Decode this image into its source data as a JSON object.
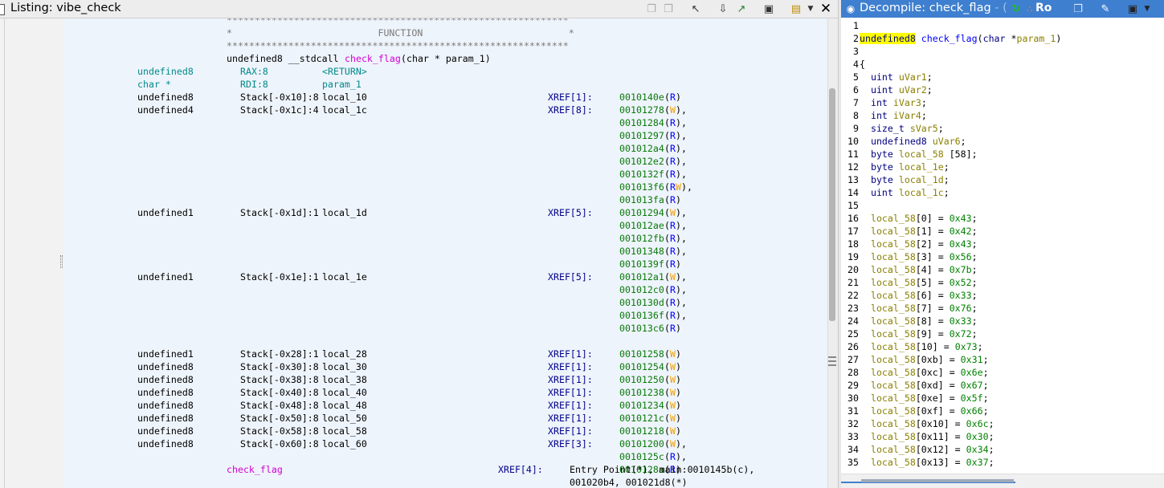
{
  "left_title": "Listing: vibe_check",
  "right_title": "Decompile: check_flag",
  "right_title_tail": " - (",
  "right_ro": "Ro",
  "listing": {
    "banner_stars": "*************************************************************",
    "banner_function": "*                          FUNCTION                          *",
    "signature": {
      "prefix": "undefined8 __stdcall ",
      "name": "check_flag",
      "args": "(char * param_1)"
    },
    "return_rows": [
      {
        "type": "undefined8",
        "loc": "RAX:8",
        "name": "<RETURN>"
      },
      {
        "type": "char *",
        "loc": "RDI:8",
        "name": "param_1"
      }
    ],
    "vars": [
      {
        "type": "undefined8",
        "loc": "Stack[-0x10]:8",
        "name": "local_10",
        "xref": "XREF[1]:",
        "refs": [
          [
            "0010140e",
            "R",
            ""
          ]
        ]
      },
      {
        "type": "undefined4",
        "loc": "Stack[-0x1c]:4",
        "name": "local_1c",
        "xref": "XREF[8]:",
        "refs": [
          [
            "00101278",
            "W",
            ","
          ],
          [
            "00101284",
            "R",
            ","
          ],
          [
            "00101297",
            "R",
            ","
          ],
          [
            "001012a4",
            "R",
            ","
          ],
          [
            "001012e2",
            "R",
            ","
          ],
          [
            "0010132f",
            "R",
            ","
          ],
          [
            "001013f6",
            "RW",
            ","
          ],
          [
            "001013fa",
            "R",
            ""
          ]
        ]
      },
      {
        "type": "undefined1",
        "loc": "Stack[-0x1d]:1",
        "name": "local_1d",
        "xref": "XREF[5]:",
        "refs": [
          [
            "00101294",
            "W",
            ","
          ],
          [
            "001012ae",
            "R",
            ","
          ],
          [
            "001012fb",
            "R",
            ","
          ],
          [
            "00101348",
            "R",
            ","
          ],
          [
            "0010139f",
            "R",
            ""
          ]
        ]
      },
      {
        "type": "undefined1",
        "loc": "Stack[-0x1e]:1",
        "name": "local_1e",
        "xref": "XREF[5]:",
        "refs": [
          [
            "001012a1",
            "W",
            ","
          ],
          [
            "001012c0",
            "R",
            ","
          ],
          [
            "0010130d",
            "R",
            ","
          ],
          [
            "0010136f",
            "R",
            ","
          ],
          [
            "001013c6",
            "R",
            ""
          ]
        ]
      },
      {
        "type": "undefined1",
        "loc": "Stack[-0x28]:1",
        "name": "local_28",
        "xref": "XREF[1]:",
        "refs": [
          [
            "00101258",
            "W",
            ""
          ]
        ]
      },
      {
        "type": "undefined8",
        "loc": "Stack[-0x30]:8",
        "name": "local_30",
        "xref": "XREF[1]:",
        "refs": [
          [
            "00101254",
            "W",
            ""
          ]
        ]
      },
      {
        "type": "undefined8",
        "loc": "Stack[-0x38]:8",
        "name": "local_38",
        "xref": "XREF[1]:",
        "refs": [
          [
            "00101250",
            "W",
            ""
          ]
        ]
      },
      {
        "type": "undefined8",
        "loc": "Stack[-0x40]:8",
        "name": "local_40",
        "xref": "XREF[1]:",
        "refs": [
          [
            "00101238",
            "W",
            ""
          ]
        ]
      },
      {
        "type": "undefined8",
        "loc": "Stack[-0x48]:8",
        "name": "local_48",
        "xref": "XREF[1]:",
        "refs": [
          [
            "00101234",
            "W",
            ""
          ]
        ]
      },
      {
        "type": "undefined8",
        "loc": "Stack[-0x50]:8",
        "name": "local_50",
        "xref": "XREF[1]:",
        "refs": [
          [
            "0010121c",
            "W",
            ""
          ]
        ]
      },
      {
        "type": "undefined8",
        "loc": "Stack[-0x58]:8",
        "name": "local_58",
        "xref": "XREF[1]:",
        "refs": [
          [
            "00101218",
            "W",
            ""
          ]
        ]
      },
      {
        "type": "undefined8",
        "loc": "Stack[-0x60]:8",
        "name": "local_60",
        "xref": "XREF[3]:",
        "refs": [
          [
            "00101200",
            "W",
            ","
          ],
          [
            "0010125c",
            "R",
            ","
          ],
          [
            "0010128a",
            "R",
            ""
          ]
        ]
      }
    ],
    "label": {
      "name": "check_flag",
      "xref": "XREF[4]:",
      "line1": "Entry Point(*), main:0010145b(c),",
      "line2": "001020b4, 001021d8(*)"
    }
  },
  "decompile": {
    "lines": [
      {
        "n": "1",
        "t": []
      },
      {
        "n": "2",
        "t": [
          [
            "undefined8",
            "hl"
          ],
          [
            " ",
            ""
          ],
          [
            "check_flag",
            "fn"
          ],
          [
            "(",
            ""
          ],
          [
            "char",
            "kw"
          ],
          [
            " *",
            ""
          ],
          [
            "param_1",
            "var"
          ],
          [
            ")",
            ""
          ]
        ]
      },
      {
        "n": "3",
        "t": []
      },
      {
        "n": "4",
        "t": [
          [
            "{",
            ""
          ]
        ]
      },
      {
        "n": "5",
        "t": [
          [
            "  ",
            ""
          ],
          [
            "uint",
            "kw"
          ],
          [
            " ",
            ""
          ],
          [
            "uVar1",
            "var"
          ],
          [
            ";",
            ""
          ]
        ]
      },
      {
        "n": "6",
        "t": [
          [
            "  ",
            ""
          ],
          [
            "uint",
            "kw"
          ],
          [
            " ",
            ""
          ],
          [
            "uVar2",
            "var"
          ],
          [
            ";",
            ""
          ]
        ]
      },
      {
        "n": "7",
        "t": [
          [
            "  ",
            ""
          ],
          [
            "int",
            "kw"
          ],
          [
            " ",
            ""
          ],
          [
            "iVar3",
            "var"
          ],
          [
            ";",
            ""
          ]
        ]
      },
      {
        "n": "8",
        "t": [
          [
            "  ",
            ""
          ],
          [
            "int",
            "kw"
          ],
          [
            " ",
            ""
          ],
          [
            "iVar4",
            "var"
          ],
          [
            ";",
            ""
          ]
        ]
      },
      {
        "n": "9",
        "t": [
          [
            "  ",
            ""
          ],
          [
            "size_t",
            "kw"
          ],
          [
            " ",
            ""
          ],
          [
            "sVar5",
            "var"
          ],
          [
            ";",
            ""
          ]
        ]
      },
      {
        "n": "10",
        "t": [
          [
            "  ",
            ""
          ],
          [
            "undefined8",
            "kw"
          ],
          [
            " ",
            ""
          ],
          [
            "uVar6",
            "var"
          ],
          [
            ";",
            ""
          ]
        ]
      },
      {
        "n": "11",
        "t": [
          [
            "  ",
            ""
          ],
          [
            "byte",
            "kw"
          ],
          [
            " ",
            ""
          ],
          [
            "local_58",
            "var"
          ],
          [
            " [58];",
            ""
          ]
        ]
      },
      {
        "n": "12",
        "t": [
          [
            "  ",
            ""
          ],
          [
            "byte",
            "kw"
          ],
          [
            " ",
            ""
          ],
          [
            "local_1e",
            "var"
          ],
          [
            ";",
            ""
          ]
        ]
      },
      {
        "n": "13",
        "t": [
          [
            "  ",
            ""
          ],
          [
            "byte",
            "kw"
          ],
          [
            " ",
            ""
          ],
          [
            "local_1d",
            "var"
          ],
          [
            ";",
            ""
          ]
        ]
      },
      {
        "n": "14",
        "t": [
          [
            "  ",
            ""
          ],
          [
            "uint",
            "kw"
          ],
          [
            " ",
            ""
          ],
          [
            "local_1c",
            "var"
          ],
          [
            ";",
            ""
          ]
        ]
      },
      {
        "n": "15",
        "t": []
      },
      {
        "n": "16",
        "t": [
          [
            "  ",
            ""
          ],
          [
            "local_58",
            "var"
          ],
          [
            "[0] = ",
            ""
          ],
          [
            "0x43",
            "num"
          ],
          [
            ";",
            ""
          ]
        ]
      },
      {
        "n": "17",
        "t": [
          [
            "  ",
            ""
          ],
          [
            "local_58",
            "var"
          ],
          [
            "[1] = ",
            ""
          ],
          [
            "0x42",
            "num"
          ],
          [
            ";",
            ""
          ]
        ]
      },
      {
        "n": "18",
        "t": [
          [
            "  ",
            ""
          ],
          [
            "local_58",
            "var"
          ],
          [
            "[2] = ",
            ""
          ],
          [
            "0x43",
            "num"
          ],
          [
            ";",
            ""
          ]
        ]
      },
      {
        "n": "19",
        "t": [
          [
            "  ",
            ""
          ],
          [
            "local_58",
            "var"
          ],
          [
            "[3] = ",
            ""
          ],
          [
            "0x56",
            "num"
          ],
          [
            ";",
            ""
          ]
        ]
      },
      {
        "n": "20",
        "t": [
          [
            "  ",
            ""
          ],
          [
            "local_58",
            "var"
          ],
          [
            "[4] = ",
            ""
          ],
          [
            "0x7b",
            "num"
          ],
          [
            ";",
            ""
          ]
        ]
      },
      {
        "n": "21",
        "t": [
          [
            "  ",
            ""
          ],
          [
            "local_58",
            "var"
          ],
          [
            "[5] = ",
            ""
          ],
          [
            "0x52",
            "num"
          ],
          [
            ";",
            ""
          ]
        ]
      },
      {
        "n": "22",
        "t": [
          [
            "  ",
            ""
          ],
          [
            "local_58",
            "var"
          ],
          [
            "[6] = ",
            ""
          ],
          [
            "0x33",
            "num"
          ],
          [
            ";",
            ""
          ]
        ]
      },
      {
        "n": "23",
        "t": [
          [
            "  ",
            ""
          ],
          [
            "local_58",
            "var"
          ],
          [
            "[7] = ",
            ""
          ],
          [
            "0x76",
            "num"
          ],
          [
            ";",
            ""
          ]
        ]
      },
      {
        "n": "24",
        "t": [
          [
            "  ",
            ""
          ],
          [
            "local_58",
            "var"
          ],
          [
            "[8] = ",
            ""
          ],
          [
            "0x33",
            "num"
          ],
          [
            ";",
            ""
          ]
        ]
      },
      {
        "n": "25",
        "t": [
          [
            "  ",
            ""
          ],
          [
            "local_58",
            "var"
          ],
          [
            "[9] = ",
            ""
          ],
          [
            "0x72",
            "num"
          ],
          [
            ";",
            ""
          ]
        ]
      },
      {
        "n": "26",
        "t": [
          [
            "  ",
            ""
          ],
          [
            "local_58",
            "var"
          ],
          [
            "[10] = ",
            ""
          ],
          [
            "0x73",
            "num"
          ],
          [
            ";",
            ""
          ]
        ]
      },
      {
        "n": "27",
        "t": [
          [
            "  ",
            ""
          ],
          [
            "local_58",
            "var"
          ],
          [
            "[0xb] = ",
            ""
          ],
          [
            "0x31",
            "num"
          ],
          [
            ";",
            ""
          ]
        ]
      },
      {
        "n": "28",
        "t": [
          [
            "  ",
            ""
          ],
          [
            "local_58",
            "var"
          ],
          [
            "[0xc] = ",
            ""
          ],
          [
            "0x6e",
            "num"
          ],
          [
            ";",
            ""
          ]
        ]
      },
      {
        "n": "29",
        "t": [
          [
            "  ",
            ""
          ],
          [
            "local_58",
            "var"
          ],
          [
            "[0xd] = ",
            ""
          ],
          [
            "0x67",
            "num"
          ],
          [
            ";",
            ""
          ]
        ]
      },
      {
        "n": "30",
        "t": [
          [
            "  ",
            ""
          ],
          [
            "local_58",
            "var"
          ],
          [
            "[0xe] = ",
            ""
          ],
          [
            "0x5f",
            "num"
          ],
          [
            ";",
            ""
          ]
        ]
      },
      {
        "n": "31",
        "t": [
          [
            "  ",
            ""
          ],
          [
            "local_58",
            "var"
          ],
          [
            "[0xf] = ",
            ""
          ],
          [
            "0x66",
            "num"
          ],
          [
            ";",
            ""
          ]
        ]
      },
      {
        "n": "32",
        "t": [
          [
            "  ",
            ""
          ],
          [
            "local_58",
            "var"
          ],
          [
            "[0x10] = ",
            ""
          ],
          [
            "0x6c",
            "num"
          ],
          [
            ";",
            ""
          ]
        ]
      },
      {
        "n": "33",
        "t": [
          [
            "  ",
            ""
          ],
          [
            "local_58",
            "var"
          ],
          [
            "[0x11] = ",
            ""
          ],
          [
            "0x30",
            "num"
          ],
          [
            ";",
            ""
          ]
        ]
      },
      {
        "n": "34",
        "t": [
          [
            "  ",
            ""
          ],
          [
            "local_58",
            "var"
          ],
          [
            "[0x12] = ",
            ""
          ],
          [
            "0x34",
            "num"
          ],
          [
            ";",
            ""
          ]
        ]
      },
      {
        "n": "35",
        "t": [
          [
            "  ",
            ""
          ],
          [
            "local_58",
            "var"
          ],
          [
            "[0x13] = ",
            ""
          ],
          [
            "0x37",
            "num"
          ],
          [
            ";",
            ""
          ]
        ]
      }
    ]
  },
  "colors": {
    "kw": "#000080",
    "var": "#8b8000",
    "fn": "#0000ff",
    "num": "#008000",
    "hl": "#ffff00",
    "title_bar": "#3f7fcf",
    "listing_bg": "#eef4fb"
  },
  "icons": {
    "copy": "copy-icon",
    "paste": "paste-icon",
    "cursor": "select-cursor-icon",
    "nav": "navigate-icon",
    "graph": "graph-icon",
    "snapshot": "snapshot-icon",
    "menu": "menu-icon",
    "close": "close-icon",
    "refresh": "refresh-icon",
    "lock": "lock-icon"
  }
}
